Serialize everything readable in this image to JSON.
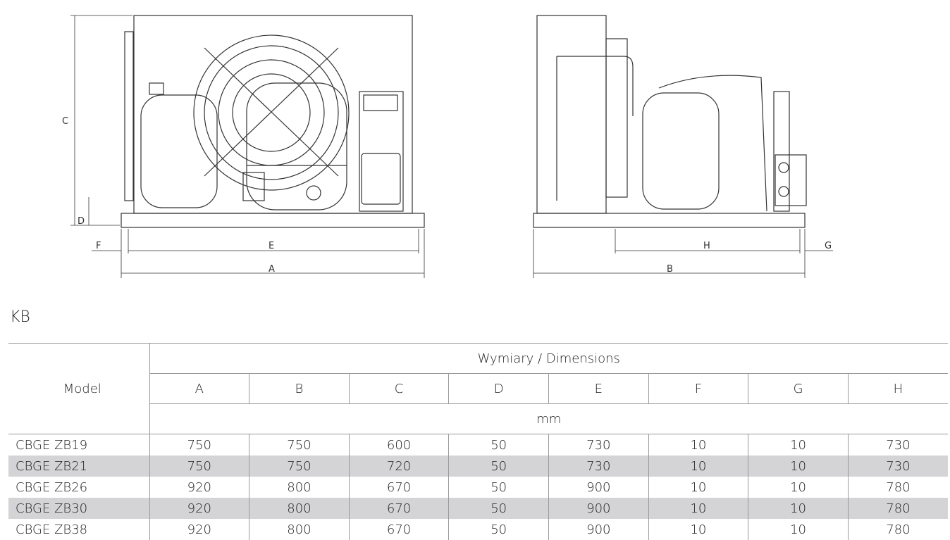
{
  "drawing": {
    "front_labels": {
      "A": "A",
      "C": "C",
      "D": "D",
      "E": "E",
      "F": "F"
    },
    "side_labels": {
      "B": "B",
      "G": "G",
      "H": "H"
    }
  },
  "section_title": "KB",
  "table": {
    "model_header": "Model",
    "group_header": "Wymiary / Dimensions",
    "columns": [
      "A",
      "B",
      "C",
      "D",
      "E",
      "F",
      "G",
      "H"
    ],
    "unit": "mm",
    "rows": [
      {
        "model": "CBGE ZB19",
        "values": [
          "750",
          "750",
          "600",
          "50",
          "730",
          "10",
          "10",
          "730"
        ]
      },
      {
        "model": "CBGE ZB21",
        "values": [
          "750",
          "750",
          "720",
          "50",
          "730",
          "10",
          "10",
          "730"
        ]
      },
      {
        "model": "CBGE ZB26",
        "values": [
          "920",
          "800",
          "670",
          "50",
          "900",
          "10",
          "10",
          "780"
        ]
      },
      {
        "model": "CBGE ZB30",
        "values": [
          "920",
          "800",
          "670",
          "50",
          "900",
          "10",
          "10",
          "780"
        ]
      },
      {
        "model": "CBGE ZB38",
        "values": [
          "920",
          "800",
          "670",
          "50",
          "900",
          "10",
          "10",
          "780"
        ]
      }
    ]
  },
  "colors": {
    "row_alt": "#d4d4d6",
    "line": "#999999"
  }
}
